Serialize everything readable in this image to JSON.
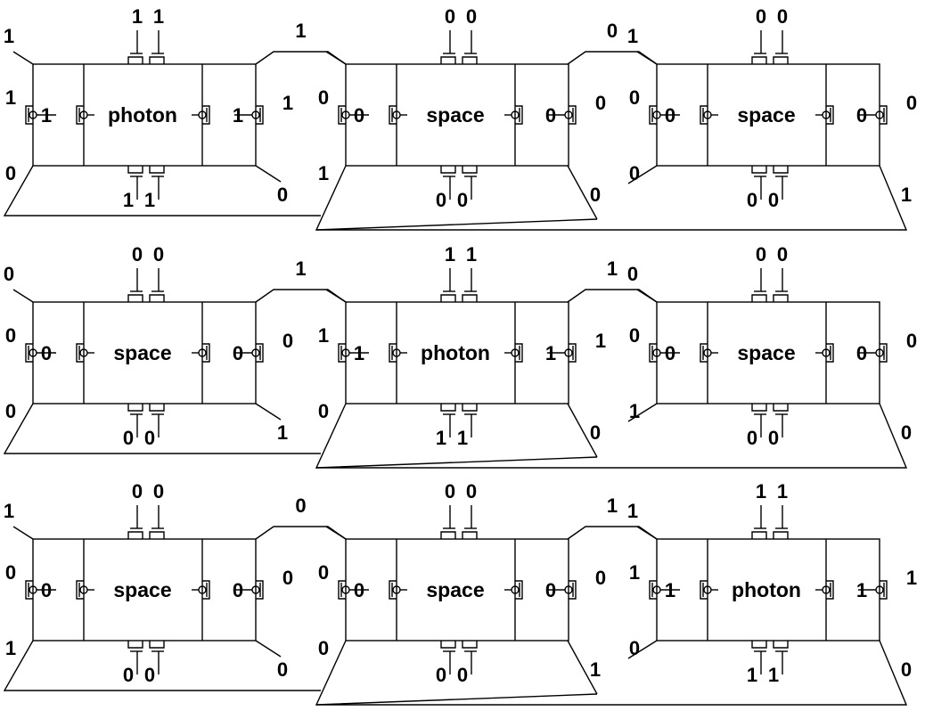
{
  "rows": [
    {
      "bridges": [
        "1",
        "0"
      ],
      "cells": [
        {
          "name": "photon",
          "top": [
            "1",
            "1"
          ],
          "bottom": [
            "1",
            "1"
          ],
          "in_outer": "1",
          "in_inner": "1",
          "out_inner": "1",
          "out_outer": "1",
          "corner_tl": "1",
          "corner_bl": "0",
          "corner_br": "0"
        },
        {
          "name": "space",
          "top": [
            "0",
            "0"
          ],
          "bottom": [
            "0",
            "0"
          ],
          "in_outer": "0",
          "in_inner": "0",
          "out_inner": "0",
          "out_outer": "0",
          "corner_tl": "",
          "corner_bl": "1",
          "corner_br": "0"
        },
        {
          "name": "space",
          "top": [
            "0",
            "0"
          ],
          "bottom": [
            "0",
            "0"
          ],
          "in_outer": "0",
          "in_inner": "0",
          "out_inner": "0",
          "out_outer": "0",
          "corner_tl": "1",
          "corner_bl": "0",
          "corner_br": "1"
        }
      ]
    },
    {
      "bridges": [
        "1",
        "1"
      ],
      "cells": [
        {
          "name": "space",
          "top": [
            "0",
            "0"
          ],
          "bottom": [
            "0",
            "0"
          ],
          "in_outer": "0",
          "in_inner": "0",
          "out_inner": "0",
          "out_outer": "0",
          "corner_tl": "0",
          "corner_bl": "0",
          "corner_br": "1"
        },
        {
          "name": "photon",
          "top": [
            "1",
            "1"
          ],
          "bottom": [
            "1",
            "1"
          ],
          "in_outer": "1",
          "in_inner": "1",
          "out_inner": "1",
          "out_outer": "1",
          "corner_tl": "",
          "corner_bl": "0",
          "corner_br": "0"
        },
        {
          "name": "space",
          "top": [
            "0",
            "0"
          ],
          "bottom": [
            "0",
            "0"
          ],
          "in_outer": "0",
          "in_inner": "0",
          "out_inner": "0",
          "out_outer": "0",
          "corner_tl": "0",
          "corner_bl": "1",
          "corner_br": "0"
        }
      ]
    },
    {
      "bridges": [
        "0",
        "1"
      ],
      "cells": [
        {
          "name": "space",
          "top": [
            "0",
            "0"
          ],
          "bottom": [
            "0",
            "0"
          ],
          "in_outer": "0",
          "in_inner": "0",
          "out_inner": "0",
          "out_outer": "0",
          "corner_tl": "1",
          "corner_bl": "1",
          "corner_br": "0"
        },
        {
          "name": "space",
          "top": [
            "0",
            "0"
          ],
          "bottom": [
            "0",
            "0"
          ],
          "in_outer": "0",
          "in_inner": "0",
          "out_inner": "0",
          "out_outer": "0",
          "corner_tl": "",
          "corner_bl": "0",
          "corner_br": "1"
        },
        {
          "name": "photon",
          "top": [
            "1",
            "1"
          ],
          "bottom": [
            "1",
            "1"
          ],
          "in_outer": "1",
          "in_inner": "1",
          "out_inner": "1",
          "out_outer": "1",
          "corner_tl": "1",
          "corner_bl": "0",
          "corner_br": "0"
        }
      ]
    }
  ]
}
